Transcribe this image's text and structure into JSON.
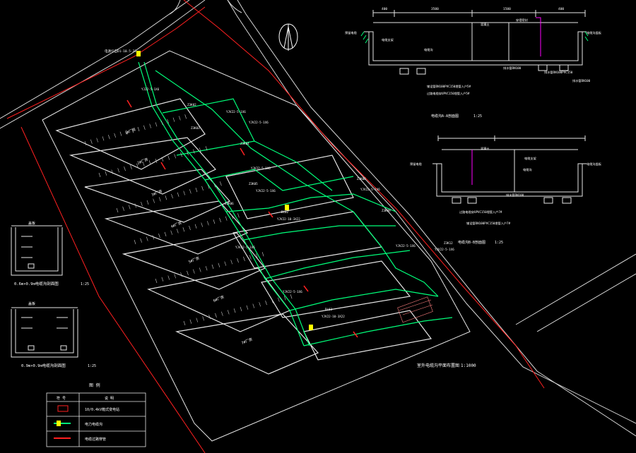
{
  "plan": {
    "title": "室外电缆沟平面布置图",
    "scale": "1:1000",
    "source_label": "电源引自D1-10.5-22"
  },
  "buildings": [
    {
      "label": "1#厂房"
    },
    {
      "label": "2#厂房"
    },
    {
      "label": "3#厂房"
    },
    {
      "label": "4#厂房"
    },
    {
      "label": "5#厂房"
    },
    {
      "label": "6#厂房"
    },
    {
      "label": "7#厂房"
    }
  ],
  "cable_tags": [
    "YJ22-5-1X6",
    "Z3K02",
    "YJV22-5-1X6",
    "Z3K03",
    "YJV22-5-1X6",
    "Z3K04",
    "YJV22-5-1X6",
    "Z3K05",
    "YJV22-5-1X6",
    "Z3K06",
    "DL02",
    "YJV22-10-3X22",
    "YJV22-5-1X6",
    "Z3K08",
    "YJV22-5-1X6",
    "Z3K09",
    "YJV22-5-1X6",
    "DL03",
    "YJV22-10-3X22",
    "Z3K12",
    "YJV22-5-1X6",
    "YJV22-5-1X6"
  ],
  "section_aa": {
    "title": "电缆沟A-A剖面图",
    "scale": "1:25",
    "dims": [
      "400",
      "3500",
      "1500",
      "400"
    ],
    "labels": [
      "预留电缆",
      "电缆支架",
      "混凝土",
      "电缆沟",
      "电缆沟盖板",
      "排水管DN100PVC150",
      "铺设管DN100PVC150埋管入户5#",
      "过路电缆穿UPVC150埋管入户5#",
      "排水管DN100",
      "排水管DN100",
      "穿墙密封"
    ]
  },
  "section_bb": {
    "title": "电缆沟B-B剖面图",
    "scale": "1:25",
    "labels": [
      "预留电缆",
      "电缆支架",
      "混凝土",
      "电缆沟",
      "电缆沟盖板",
      "排水管DN100",
      "过路电缆穿UPVC150埋管入户7#",
      "铺设管DN100PVC150埋管入户7#"
    ]
  },
  "detail_1": {
    "title": "0.6m×0.9m电缆沟剖面图",
    "scale": "1:25",
    "label": "盖板"
  },
  "detail_2": {
    "title": "0.9m×0.9m电缆沟剖面图",
    "scale": "1:25",
    "label": "盖板"
  },
  "legend": {
    "title": "图 例",
    "headers": [
      "符 号",
      "说 明"
    ],
    "rows": [
      {
        "desc": "10/0.4kV箱式变电站"
      },
      {
        "desc": "电力电缆沟"
      },
      {
        "desc": "电缆过路穿管"
      }
    ]
  },
  "colors": {
    "road": "#d8d8d8",
    "building": "#e6e6e6",
    "trench": "#00ff7a",
    "redline": "#ff2020",
    "text": "#ffffff",
    "tag": "#ffffff",
    "accent": "#ffff00",
    "magenta": "#ff00ff"
  }
}
